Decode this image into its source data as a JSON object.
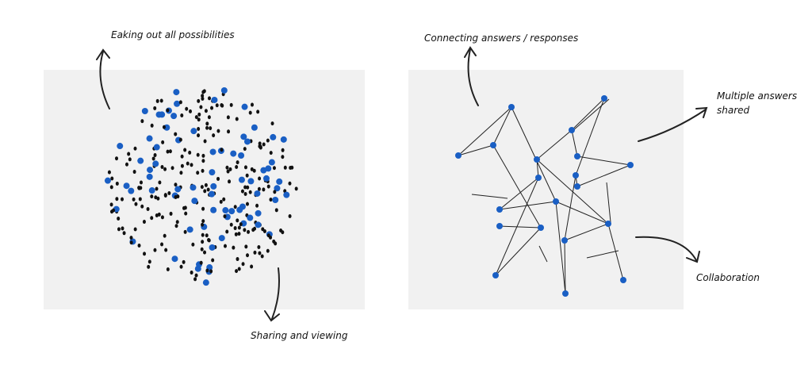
{
  "left_panel": {
    "top_label": "Eaking out all possibilities",
    "bottom_label": "Sharing and viewing"
  },
  "right_panel": {
    "top_label": "Connecting answers / responses",
    "right_top_label_line1": "Multiple answers",
    "right_top_label_line2": "shared",
    "right_bottom_label": "Collaboration"
  },
  "colors": {
    "blue": "#1a5fc4",
    "ink": "#111111",
    "paper": "#f1f1f1"
  }
}
